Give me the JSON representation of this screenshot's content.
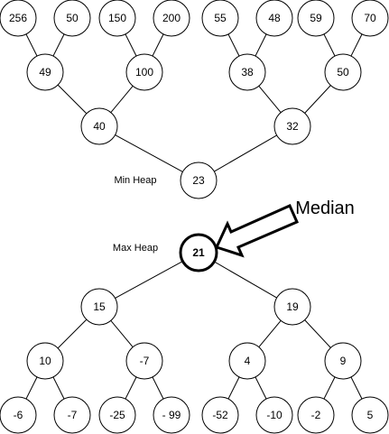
{
  "min_heap": {
    "label": "Min Heap",
    "nodes": [
      {
        "id": "min-root",
        "value": "23"
      },
      {
        "id": "min-l",
        "value": "40"
      },
      {
        "id": "min-r",
        "value": "32"
      },
      {
        "id": "min-ll",
        "value": "49"
      },
      {
        "id": "min-lr",
        "value": "100"
      },
      {
        "id": "min-rl",
        "value": "38"
      },
      {
        "id": "min-rr",
        "value": "50"
      },
      {
        "id": "min-lll",
        "value": "256"
      },
      {
        "id": "min-llr",
        "value": "50"
      },
      {
        "id": "min-lrl",
        "value": "150"
      },
      {
        "id": "min-lrr",
        "value": "200"
      },
      {
        "id": "min-rll",
        "value": "55"
      },
      {
        "id": "min-rlr",
        "value": "48"
      },
      {
        "id": "min-rrl",
        "value": "59"
      },
      {
        "id": "min-rrr",
        "value": "70"
      }
    ]
  },
  "max_heap": {
    "label": "Max Heap",
    "nodes": [
      {
        "id": "max-root",
        "value": "21"
      },
      {
        "id": "max-l",
        "value": "15"
      },
      {
        "id": "max-r",
        "value": "19"
      },
      {
        "id": "max-ll",
        "value": "10"
      },
      {
        "id": "max-lr",
        "value": "-7"
      },
      {
        "id": "max-rl",
        "value": "4"
      },
      {
        "id": "max-rr",
        "value": "9"
      },
      {
        "id": "max-lll",
        "value": "-6"
      },
      {
        "id": "max-llr",
        "value": "-7"
      },
      {
        "id": "max-lrl",
        "value": "-25"
      },
      {
        "id": "max-lrr",
        "value": "- 99"
      },
      {
        "id": "max-rll",
        "value": "-52"
      },
      {
        "id": "max-rlr",
        "value": "-10"
      },
      {
        "id": "max-rrl",
        "value": "-2"
      },
      {
        "id": "max-rrr",
        "value": "5"
      }
    ]
  },
  "median": {
    "label": "Median",
    "node_id": "max-root"
  }
}
